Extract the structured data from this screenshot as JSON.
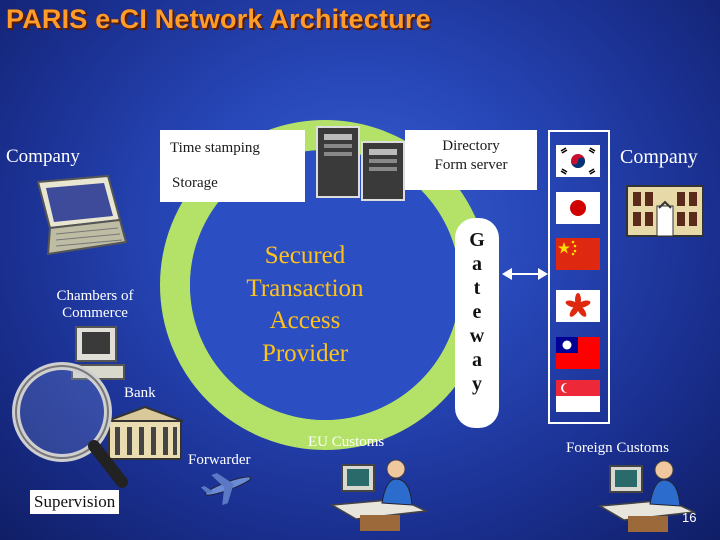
{
  "title": "PARIS e-CI Network Architecture",
  "hub": {
    "lines": [
      "Secured",
      "Transaction",
      "Access",
      "Provider"
    ]
  },
  "gateway": {
    "letters": [
      "G",
      "a",
      "t",
      "e",
      "w",
      "a",
      "y"
    ]
  },
  "labels": {
    "company_left": "Company",
    "company_right": "Company",
    "time_stamping": "Time stamping",
    "storage": "Storage",
    "directory": [
      "Directory",
      "Form server"
    ],
    "chambers": [
      "Chambers of",
      "Commerce"
    ],
    "bank": "Bank",
    "forwarder": "Forwarder",
    "eu_customs": "EU Customs",
    "foreign_customs": "Foreign Customs",
    "supervision": "Supervision"
  },
  "page_number": "16",
  "colors": {
    "title": "#ff9c2a",
    "hub_text": "#ffc21a",
    "hub_ring": "#c8f07a"
  },
  "flags": [
    "south-korea",
    "japan",
    "china",
    "hong-kong",
    "taiwan",
    "singapore"
  ]
}
